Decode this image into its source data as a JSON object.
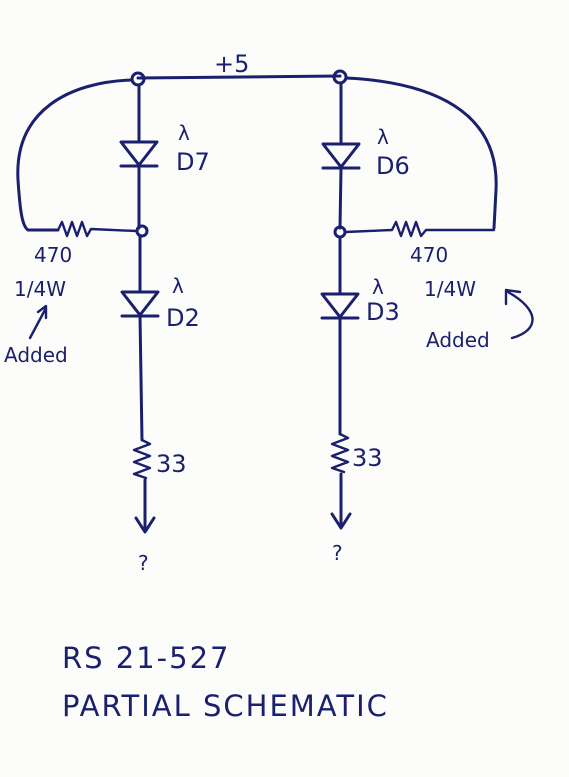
{
  "diagram": {
    "supply_label": "+5",
    "left": {
      "top_led": "D7",
      "bottom_led": "D2",
      "added_resistor_value": "470",
      "added_resistor_rating": "1/4W",
      "added_note": "Added",
      "series_resistor": "33",
      "output": "?"
    },
    "right": {
      "top_led": "D6",
      "bottom_led": "D3",
      "added_resistor_value": "470",
      "added_resistor_rating": "1/4W",
      "added_note": "Added",
      "series_resistor": "33",
      "output": "?"
    },
    "led_marker": "λ",
    "title_line1": "RS 21-527",
    "title_line2": "PARTIAL SCHEMATIC"
  },
  "colors": {
    "ink": "#1a1f6e",
    "paper": "#fcfcfa"
  }
}
